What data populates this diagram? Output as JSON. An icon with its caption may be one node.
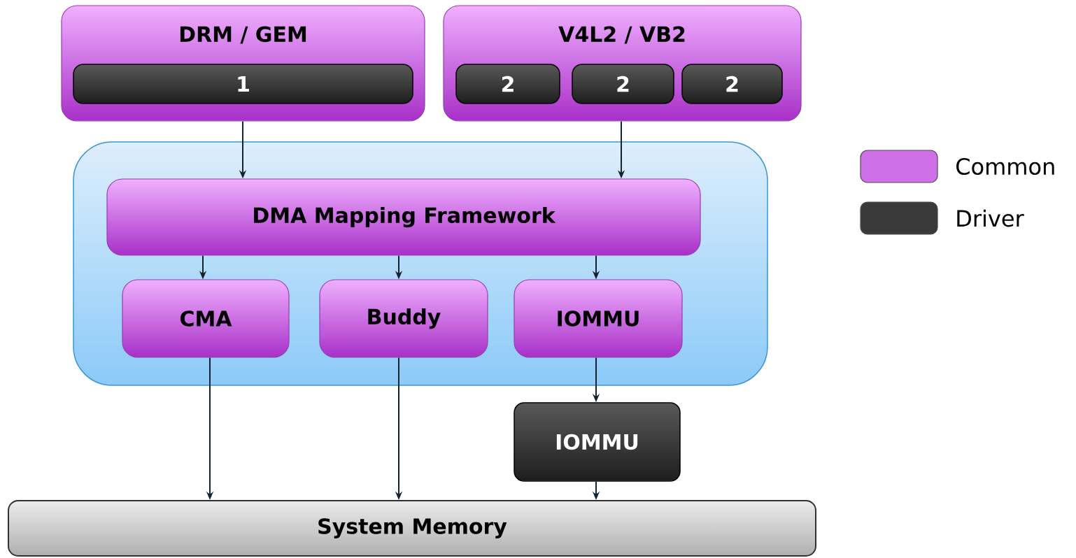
{
  "diagram": {
    "nodes": [
      {
        "text": [
          "DRM / GEM"
        ]
      },
      {
        "text": [
          "1"
        ],
        "in": 0
      },
      {
        "text": [
          "V4L2 / VB2"
        ]
      },
      {
        "text": [
          "2"
        ],
        "in": 2
      },
      {
        "text": [
          "2"
        ],
        "in": 2
      },
      {
        "text": [
          "2"
        ],
        "in": 2
      },
      {
        "text": [],
        "shape": "box"
      },
      {
        "text": [
          "DMA Mapping Framework"
        ],
        "in": 6
      },
      {
        "text": [
          "CMA"
        ],
        "in": 6
      },
      {
        "text": [
          "Buddy"
        ],
        "in": 6
      },
      {
        "text": [
          "IOMMU"
        ],
        "in": 6
      },
      {
        "text": [
          "IOMMU"
        ]
      },
      {
        "text": [
          "System Memory"
        ]
      }
    ],
    "edges": [
      {
        "from": 0,
        "to": 7,
        "arrow": "to"
      },
      {
        "from": 2,
        "to": 7,
        "arrow": "to"
      },
      {
        "from": 7,
        "to": 8,
        "arrow": "to"
      },
      {
        "from": 7,
        "to": 9,
        "arrow": "to"
      },
      {
        "from": 7,
        "to": 10,
        "arrow": "to"
      },
      {
        "from": 8,
        "to": 12,
        "arrow": "to"
      },
      {
        "from": 9,
        "to": 12,
        "arrow": "to"
      },
      {
        "from": 10,
        "to": 11,
        "arrow": "to"
      },
      {
        "from": 11,
        "to": 12,
        "arrow": "to"
      }
    ],
    "legend": [
      {
        "text": "Common",
        "color": "#d070e8"
      },
      {
        "text": "Driver",
        "color": "#3a3a3a"
      }
    ]
  }
}
